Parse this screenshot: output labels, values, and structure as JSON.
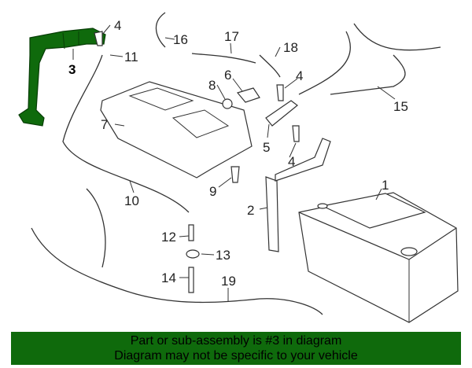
{
  "diagram": {
    "highlight_color": "#0f6a0c",
    "callouts": {
      "c4a": "4",
      "c16": "16",
      "c17": "17",
      "c18": "18",
      "c3": "3",
      "c11": "11",
      "c8": "8",
      "c6": "6",
      "c4b": "4",
      "c15": "15",
      "c7": "7",
      "c5": "5",
      "c4c": "4",
      "c1": "1",
      "c10": "10",
      "c9": "9",
      "c2": "2",
      "c12": "12",
      "c13": "13",
      "c14": "14",
      "c19": "19"
    }
  },
  "banner": {
    "line1": "Part or sub-assembly is #3 in diagram",
    "line2": "Diagram may not be specific to your vehicle"
  }
}
